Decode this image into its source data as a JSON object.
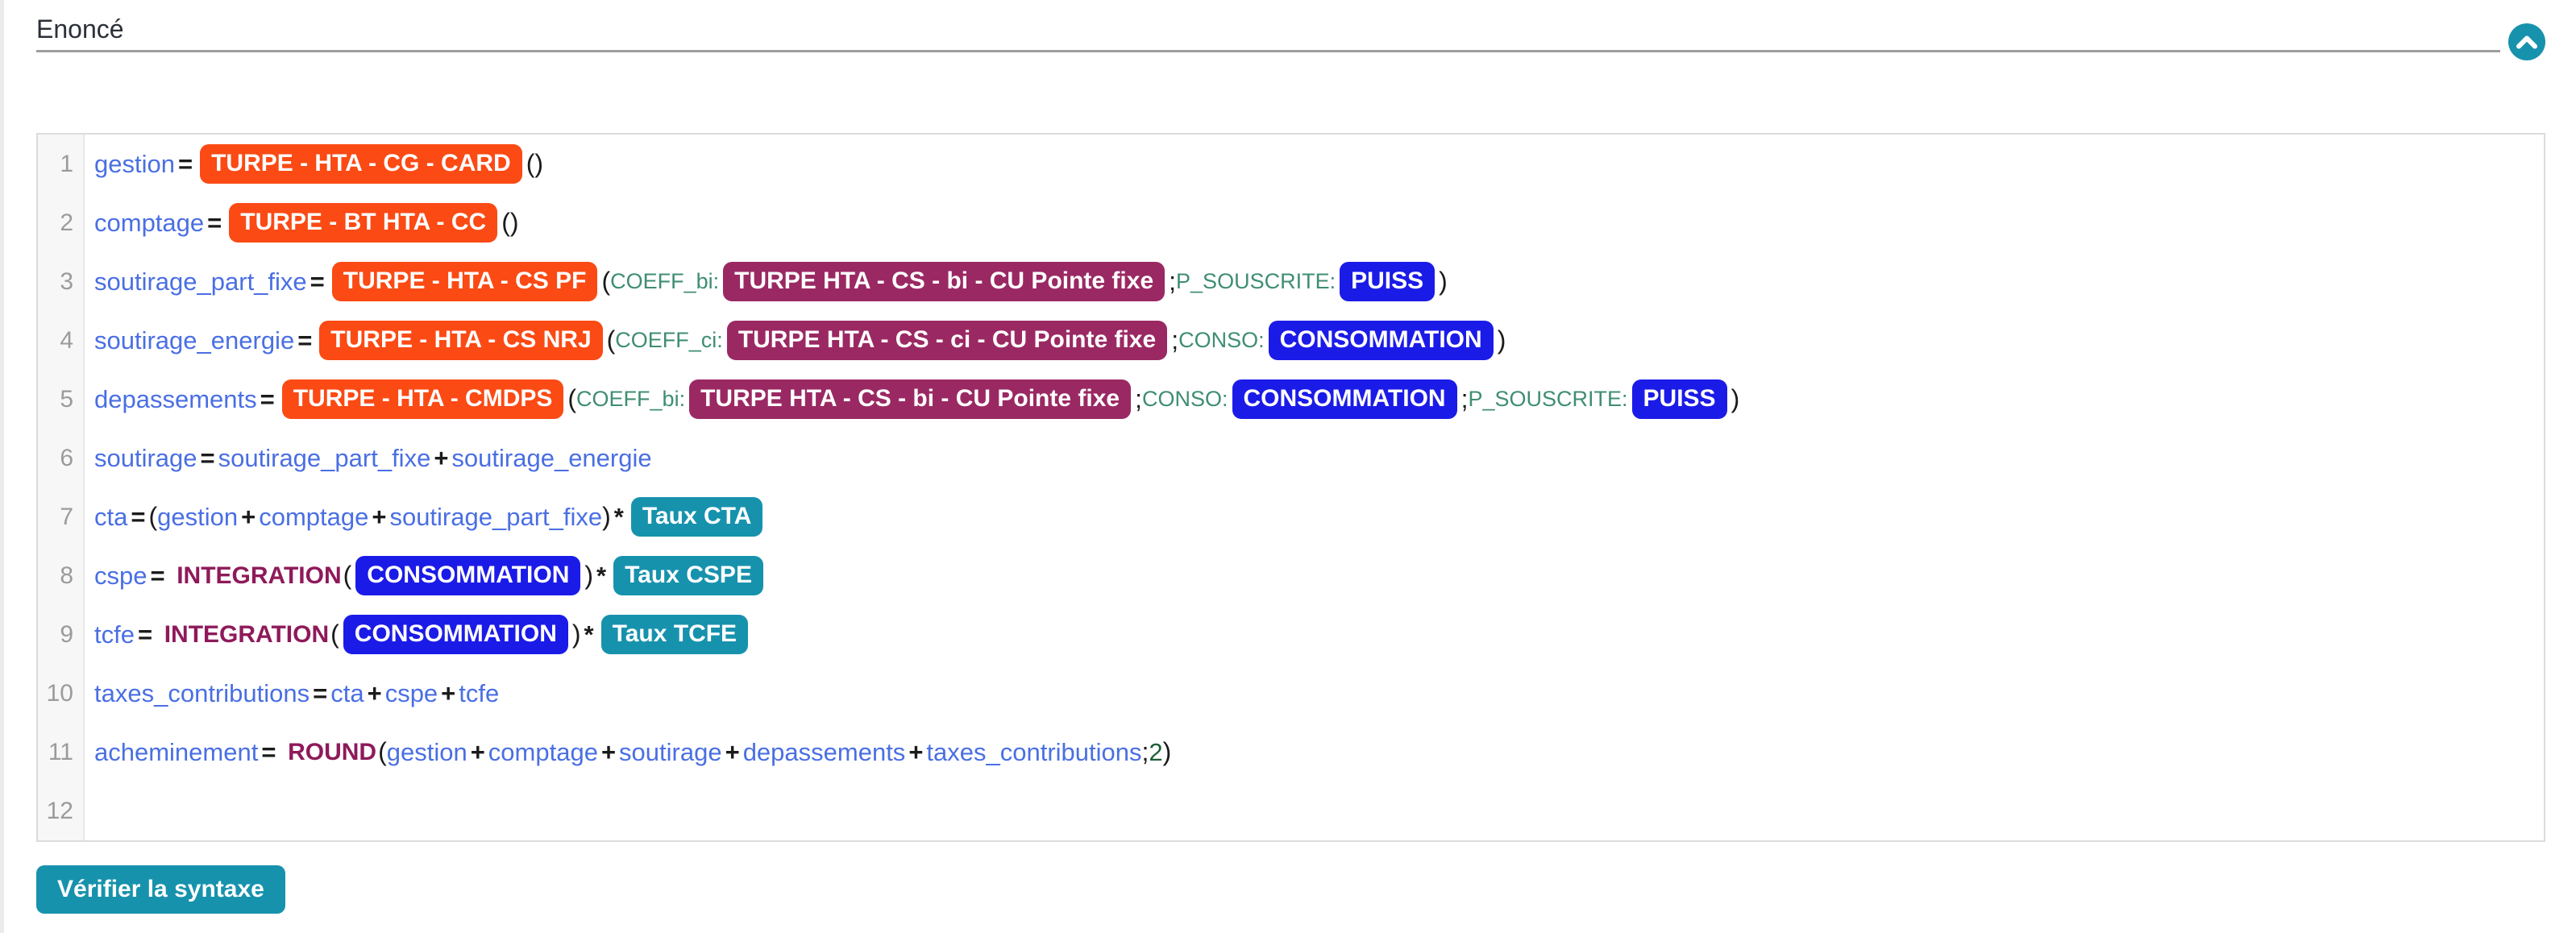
{
  "header": {
    "title": "Enoncé",
    "collapse_icon": "chevron-up"
  },
  "colors": {
    "accent_teal": "#1792AD",
    "title_text": "#2B3038",
    "chip_orange": "#FB4A14",
    "chip_purple": "#9A2963",
    "chip_blue": "#1B1BE8",
    "chip_teal": "#1792AD",
    "variable_blue": "#4A6FE3",
    "keyword_magenta": "#8E1A5A",
    "param_green": "#3F8E71",
    "number_green": "#1F5E38"
  },
  "editor": {
    "lines": [
      {
        "num": "1",
        "tokens": [
          [
            "var",
            "gestion"
          ],
          [
            "op",
            "="
          ],
          [
            "chip-orange",
            "TURPE - HTA - CG - CARD"
          ],
          [
            "punct",
            "()"
          ]
        ]
      },
      {
        "num": "2",
        "tokens": [
          [
            "var",
            "comptage"
          ],
          [
            "op",
            "="
          ],
          [
            "chip-orange",
            "TURPE - BT HTA - CC"
          ],
          [
            "punct",
            "()"
          ]
        ]
      },
      {
        "num": "3",
        "tokens": [
          [
            "var",
            "soutirage_part_fixe"
          ],
          [
            "op",
            "="
          ],
          [
            "chip-orange",
            "TURPE - HTA - CS PF"
          ],
          [
            "punct",
            "("
          ],
          [
            "param",
            "COEFF_bi:"
          ],
          [
            "chip-purple",
            "TURPE HTA - CS - bi - CU Pointe fixe"
          ],
          [
            "punct",
            ";"
          ],
          [
            "param",
            "P_SOUSCRITE:"
          ],
          [
            "chip-blue",
            "PUISS"
          ],
          [
            "punct",
            ")"
          ]
        ]
      },
      {
        "num": "4",
        "tokens": [
          [
            "var",
            "soutirage_energie"
          ],
          [
            "op",
            "="
          ],
          [
            "chip-orange",
            "TURPE - HTA - CS NRJ"
          ],
          [
            "punct",
            "("
          ],
          [
            "param",
            "COEFF_ci:"
          ],
          [
            "chip-purple",
            "TURPE HTA - CS - ci - CU Pointe fixe"
          ],
          [
            "punct",
            ";"
          ],
          [
            "param",
            "CONSO:"
          ],
          [
            "chip-blue",
            "CONSOMMATION"
          ],
          [
            "punct",
            ")"
          ]
        ]
      },
      {
        "num": "5",
        "tokens": [
          [
            "var",
            "depassements"
          ],
          [
            "op",
            "="
          ],
          [
            "chip-orange",
            "TURPE - HTA - CMDPS"
          ],
          [
            "punct",
            "("
          ],
          [
            "param",
            "COEFF_bi:"
          ],
          [
            "chip-purple",
            "TURPE HTA - CS - bi - CU Pointe fixe"
          ],
          [
            "punct",
            ";"
          ],
          [
            "param",
            "CONSO:"
          ],
          [
            "chip-blue",
            "CONSOMMATION"
          ],
          [
            "punct",
            ";"
          ],
          [
            "param",
            "P_SOUSCRITE:"
          ],
          [
            "chip-blue",
            "PUISS"
          ],
          [
            "punct",
            ")"
          ]
        ]
      },
      {
        "num": "6",
        "tokens": [
          [
            "var",
            "soutirage"
          ],
          [
            "op",
            "="
          ],
          [
            "var",
            "soutirage_part_fixe"
          ],
          [
            "op",
            "+"
          ],
          [
            "var",
            "soutirage_energie"
          ]
        ]
      },
      {
        "num": "7",
        "tokens": [
          [
            "var",
            "cta"
          ],
          [
            "op",
            "="
          ],
          [
            "punct",
            "("
          ],
          [
            "var",
            "gestion"
          ],
          [
            "op",
            "+"
          ],
          [
            "var",
            "comptage"
          ],
          [
            "op",
            "+"
          ],
          [
            "var",
            "soutirage_part_fixe"
          ],
          [
            "punct",
            ")"
          ],
          [
            "op",
            "*"
          ],
          [
            "chip-teal",
            "Taux CTA"
          ]
        ]
      },
      {
        "num": "8",
        "tokens": [
          [
            "var",
            "cspe"
          ],
          [
            "op",
            "= "
          ],
          [
            "kw",
            "INTEGRATION"
          ],
          [
            "punct",
            "("
          ],
          [
            "chip-blue",
            "CONSOMMATION"
          ],
          [
            "punct",
            ")"
          ],
          [
            "op",
            "*"
          ],
          [
            "chip-teal",
            "Taux CSPE"
          ]
        ]
      },
      {
        "num": "9",
        "tokens": [
          [
            "var",
            "tcfe"
          ],
          [
            "op",
            "= "
          ],
          [
            "kw",
            "INTEGRATION"
          ],
          [
            "punct",
            "("
          ],
          [
            "chip-blue",
            "CONSOMMATION"
          ],
          [
            "punct",
            ")"
          ],
          [
            "op",
            "*"
          ],
          [
            "chip-teal",
            "Taux TCFE"
          ]
        ]
      },
      {
        "num": "10",
        "tokens": [
          [
            "var",
            "taxes_contributions"
          ],
          [
            "op",
            "="
          ],
          [
            "var",
            "cta"
          ],
          [
            "op",
            "+"
          ],
          [
            "var",
            "cspe"
          ],
          [
            "op",
            "+"
          ],
          [
            "var",
            "tcfe"
          ]
        ]
      },
      {
        "num": "11",
        "tokens": [
          [
            "var",
            "acheminement"
          ],
          [
            "op",
            "= "
          ],
          [
            "kw",
            "ROUND"
          ],
          [
            "punct",
            "("
          ],
          [
            "var",
            "gestion"
          ],
          [
            "op",
            "+"
          ],
          [
            "var",
            "comptage"
          ],
          [
            "op",
            "+"
          ],
          [
            "var",
            "soutirage"
          ],
          [
            "op",
            "+"
          ],
          [
            "var",
            "depassements"
          ],
          [
            "op",
            "+"
          ],
          [
            "var",
            "taxes_contributions"
          ],
          [
            "punct",
            ";"
          ],
          [
            "num",
            "2"
          ],
          [
            "punct",
            ")"
          ]
        ]
      },
      {
        "num": "12",
        "tokens": []
      }
    ]
  },
  "footer": {
    "verify_button": "Vérifier la syntaxe"
  }
}
